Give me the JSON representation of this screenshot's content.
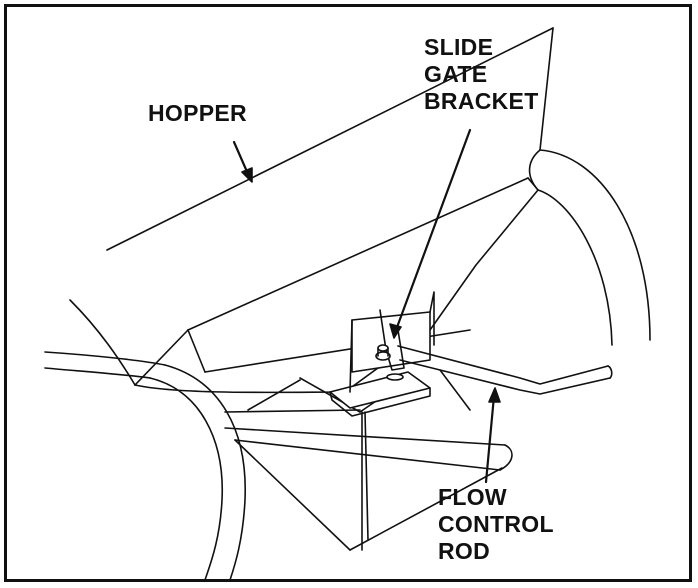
{
  "labels": {
    "hopper": "HOPPER",
    "slide_gate_bracket": [
      "SLIDE",
      "GATE",
      "BRACKET"
    ],
    "flow_control_rod": [
      "FLOW",
      "CONTROL",
      "ROD"
    ]
  }
}
